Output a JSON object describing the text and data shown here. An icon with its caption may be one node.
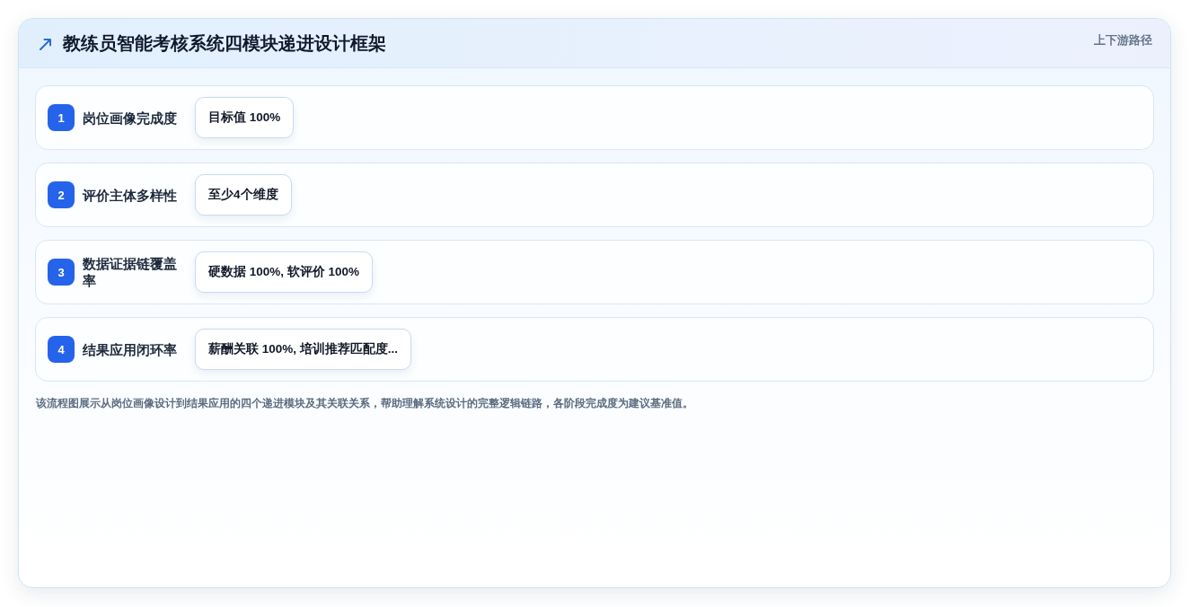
{
  "diagram": {
    "title": "教练员智能考核系统四模块递进设计框架",
    "caption": "该流程图展示从岗位画像设计到结果应用的四个递进模块及其关联关系，帮助理解系统设计的完整逻辑链路，各阶段完成度为建议基准值。",
    "nodes": [
      {
        "text": [
          "岗位画像完成度"
        ]
      },
      {
        "text": [
          "1"
        ],
        "in": 0
      },
      {
        "text": [
          "目标值 100%"
        ],
        "in": 0
      },
      {
        "text": [
          "评价主体多样性"
        ]
      },
      {
        "text": [
          "2"
        ],
        "in": 3
      },
      {
        "text": [
          "至少4个维度"
        ],
        "in": 3
      },
      {
        "text": [
          "数据证据链覆盖率"
        ]
      },
      {
        "text": [
          "3"
        ],
        "in": 6
      },
      {
        "text": [
          "硬数据 100%, 软评价 100%"
        ],
        "in": 6
      },
      {
        "text": [
          "结果应用闭环率"
        ]
      },
      {
        "text": [
          "4"
        ],
        "in": 9
      },
      {
        "text": [
          "薪酬关联 100%, 培训推荐匹配度..."
        ],
        "in": 9
      }
    ],
    "labels": [
      "上下游路径"
    ]
  }
}
